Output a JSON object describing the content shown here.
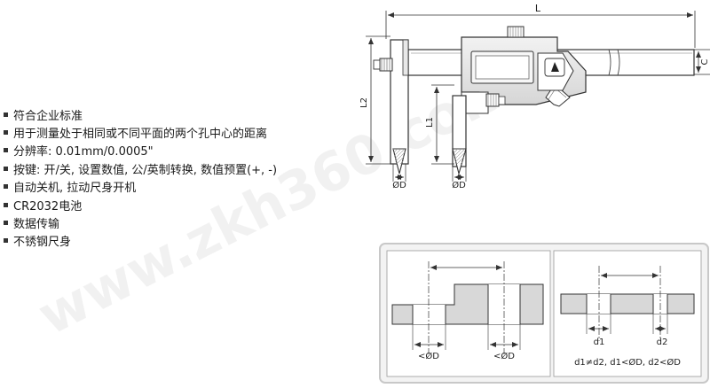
{
  "features": [
    "符合企业标准",
    "用于测量处于相同或不同平面的两个孔中心的距离",
    "分辨率: 0.01mm/0.0005\"",
    "按键: 开/关, 设置数值, 公/英制转换, 数值预置(+, -)",
    "自动关机, 拉动尺身开机",
    "CR2032电池",
    "数据传输",
    "不锈钢尺身"
  ],
  "caliper": {
    "label_L": "L",
    "label_C": "C",
    "label_L1": "L1",
    "label_L2": "L2",
    "label_OD_left": "ØD",
    "label_OD_right": "ØD"
  },
  "watermark": "www.zkh360.com",
  "usage_left": {
    "hole1": "<ØD",
    "hole2": "<ØD"
  },
  "usage_right": {
    "d1": "d1",
    "d2": "d2",
    "condition": "d1≠d2, d1<ØD, d2<ØD"
  }
}
